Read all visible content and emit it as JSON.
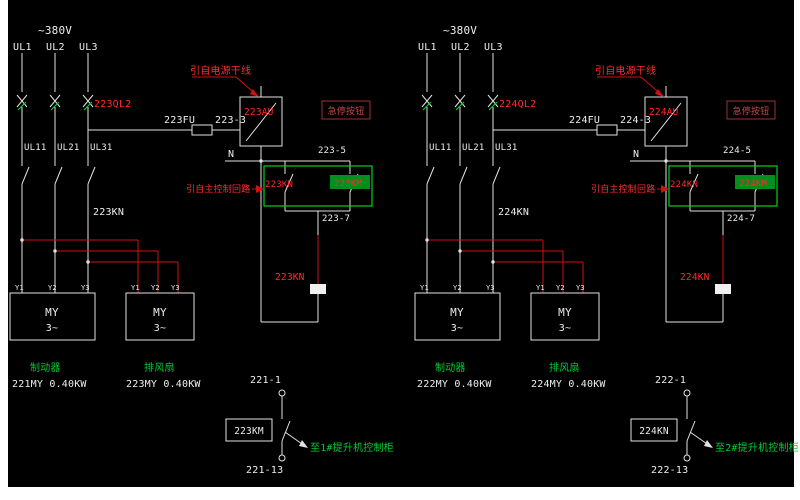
{
  "colors": {
    "background": "#000000",
    "line_white": "#e2e2e2",
    "accent_red": "#ff2a2a",
    "accent_green": "#00cc33",
    "highlight_green_bg": "#008f1f",
    "note_dark_red": "#c04848"
  },
  "left": {
    "voltage": "~380V",
    "phases": [
      "UL1",
      "UL2",
      "UL3"
    ],
    "breaker": "223QL2",
    "wires": [
      "UL11",
      "UL21",
      "UL31"
    ],
    "contactor": "223KN",
    "fuse": "223FU",
    "w3": "223-3",
    "switch": "223AU",
    "note_power": "引自电源干线",
    "note_button": "急停按钮",
    "n": "N",
    "w5": "223-5",
    "note_ctrl": "引自主控制回路",
    "contact_a": "223KN",
    "contact_b": "223KM",
    "w7": "223-7",
    "coil": "223KN",
    "m1": {
      "t": [
        "Y1",
        "Y2",
        "Y3"
      ],
      "name": "MY",
      "phase": "3~",
      "label": "制动器",
      "spec": "221MY 0.40KW"
    },
    "m2": {
      "t": [
        "Y1",
        "Y2",
        "Y3"
      ],
      "name": "MY",
      "phase": "3~",
      "label": "排风扇",
      "spec": "223MY 0.40KW"
    },
    "term_top": "221-1",
    "out_contact": "223KM",
    "dest": "至1#提升机控制柜",
    "term_bot": "221-13"
  },
  "right": {
    "voltage": "~380V",
    "phases": [
      "UL1",
      "UL2",
      "UL3"
    ],
    "breaker": "224QL2",
    "wires": [
      "UL11",
      "UL21",
      "UL31"
    ],
    "contactor": "224KN",
    "fuse": "224FU",
    "w3": "224-3",
    "switch": "224AU",
    "note_power": "引自电源干线",
    "note_button": "急停按钮",
    "n": "N",
    "w5": "224-5",
    "note_ctrl": "引自主控制回路",
    "contact_a": "224KN",
    "contact_b": "224KM",
    "w7": "224-7",
    "coil": "224KN",
    "m1": {
      "t": [
        "Y1",
        "Y2",
        "Y3"
      ],
      "name": "MY",
      "phase": "3~",
      "label": "制动器",
      "spec": "222MY 0.40KW"
    },
    "m2": {
      "t": [
        "Y1",
        "Y2",
        "Y3"
      ],
      "name": "MY",
      "phase": "3~",
      "label": "排风扇",
      "spec": "224MY 0.40KW"
    },
    "term_top": "222-1",
    "out_contact": "224KN",
    "dest": "至2#提升机控制柜",
    "term_bot": "222-13"
  }
}
